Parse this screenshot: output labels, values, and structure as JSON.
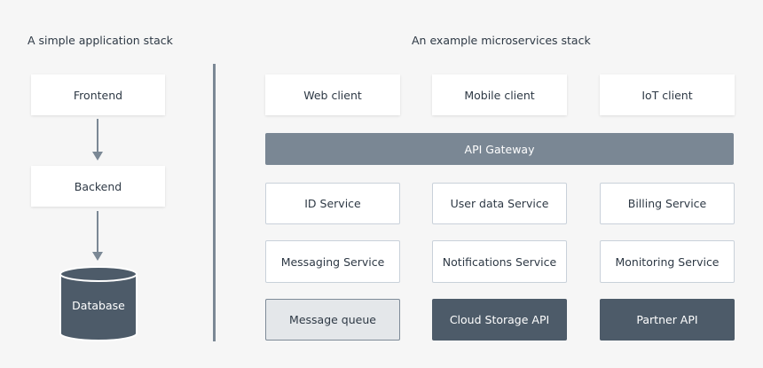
{
  "left": {
    "heading": "A simple application stack",
    "frontend": "Frontend",
    "backend": "Backend",
    "database": "Database"
  },
  "right": {
    "heading": "An example microservices stack",
    "clients": [
      "Web client",
      "Mobile client",
      "IoT client"
    ],
    "gateway": "API Gateway",
    "services_row1": [
      "ID Service",
      "User data Service",
      "Billing Service"
    ],
    "services_row2": [
      "Messaging Service",
      "Notifications Service",
      "Monitoring Service"
    ],
    "infra": [
      "Message queue",
      "Cloud Storage API",
      "Partner API"
    ]
  },
  "colors": {
    "background": "#f6f6f6",
    "dark_box": "#4d5b69",
    "gateway": "#7a8794",
    "divider": "#7b8895",
    "arrow": "#7b8895"
  }
}
